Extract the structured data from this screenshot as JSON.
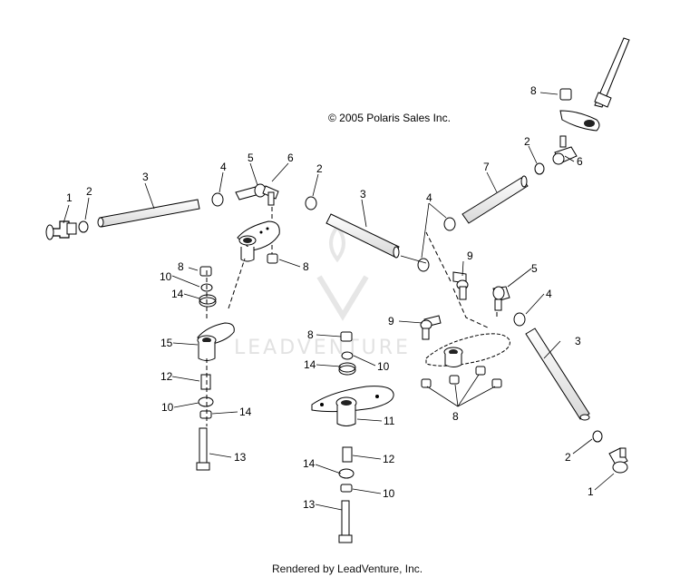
{
  "copyright": "© 2005 Polaris Sales Inc.",
  "footer": "Rendered by LeadVenture, Inc.",
  "watermark": "LEADVENTURE",
  "callouts": {
    "c1a": "1",
    "c2a": "2",
    "c3a": "3",
    "c4a": "4",
    "c5a": "5",
    "c6a": "6",
    "c2b": "2",
    "c3b": "3",
    "c4b": "4",
    "c7": "7",
    "c8top": "8",
    "c2c": "2",
    "c6b": "6",
    "c8a": "8",
    "c10a": "10",
    "c14a": "14",
    "c8b": "8",
    "c15": "15",
    "c12a": "12",
    "c10b": "10",
    "c14b": "14",
    "c13a": "13",
    "c9a": "9",
    "c5b": "5",
    "c4c": "4",
    "c9b": "9",
    "c8c": "8",
    "c14c": "14",
    "c10c": "10",
    "c11": "11",
    "c8d": "8",
    "c3c": "3",
    "c2d": "2",
    "c1b": "1",
    "c12b": "12",
    "c14d": "14",
    "c10d": "10",
    "c13b": "13"
  }
}
